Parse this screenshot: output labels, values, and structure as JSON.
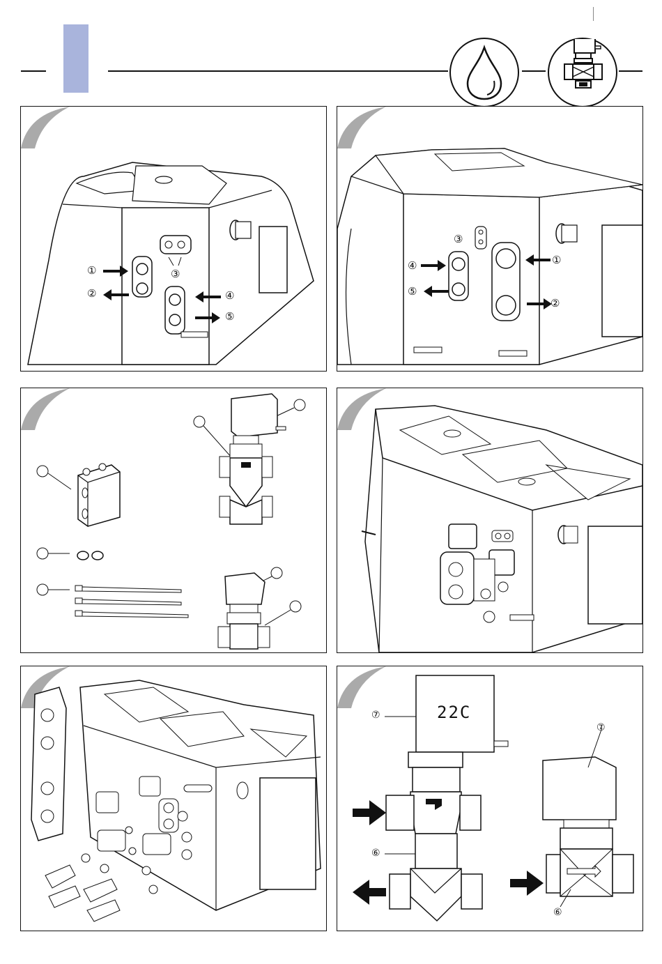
{
  "header": {
    "accent_color": "#a9b4dc",
    "icons": [
      "water-drop-icon",
      "mixing-valve-icon"
    ]
  },
  "panels": [
    {
      "id": "connections-single",
      "callouts": [
        "①",
        "②",
        "③",
        "④",
        "⑤"
      ]
    },
    {
      "id": "connections-double",
      "callouts": [
        "①",
        "②",
        "③",
        "④",
        "⑤"
      ]
    },
    {
      "id": "kit-contents",
      "callouts": []
    },
    {
      "id": "valve-installed",
      "callouts": []
    },
    {
      "id": "exploded-view",
      "callouts": []
    },
    {
      "id": "valve-detail",
      "callouts": [
        "⑦",
        "⑥",
        "⑦",
        "⑥"
      ],
      "display_text": "22C"
    }
  ]
}
